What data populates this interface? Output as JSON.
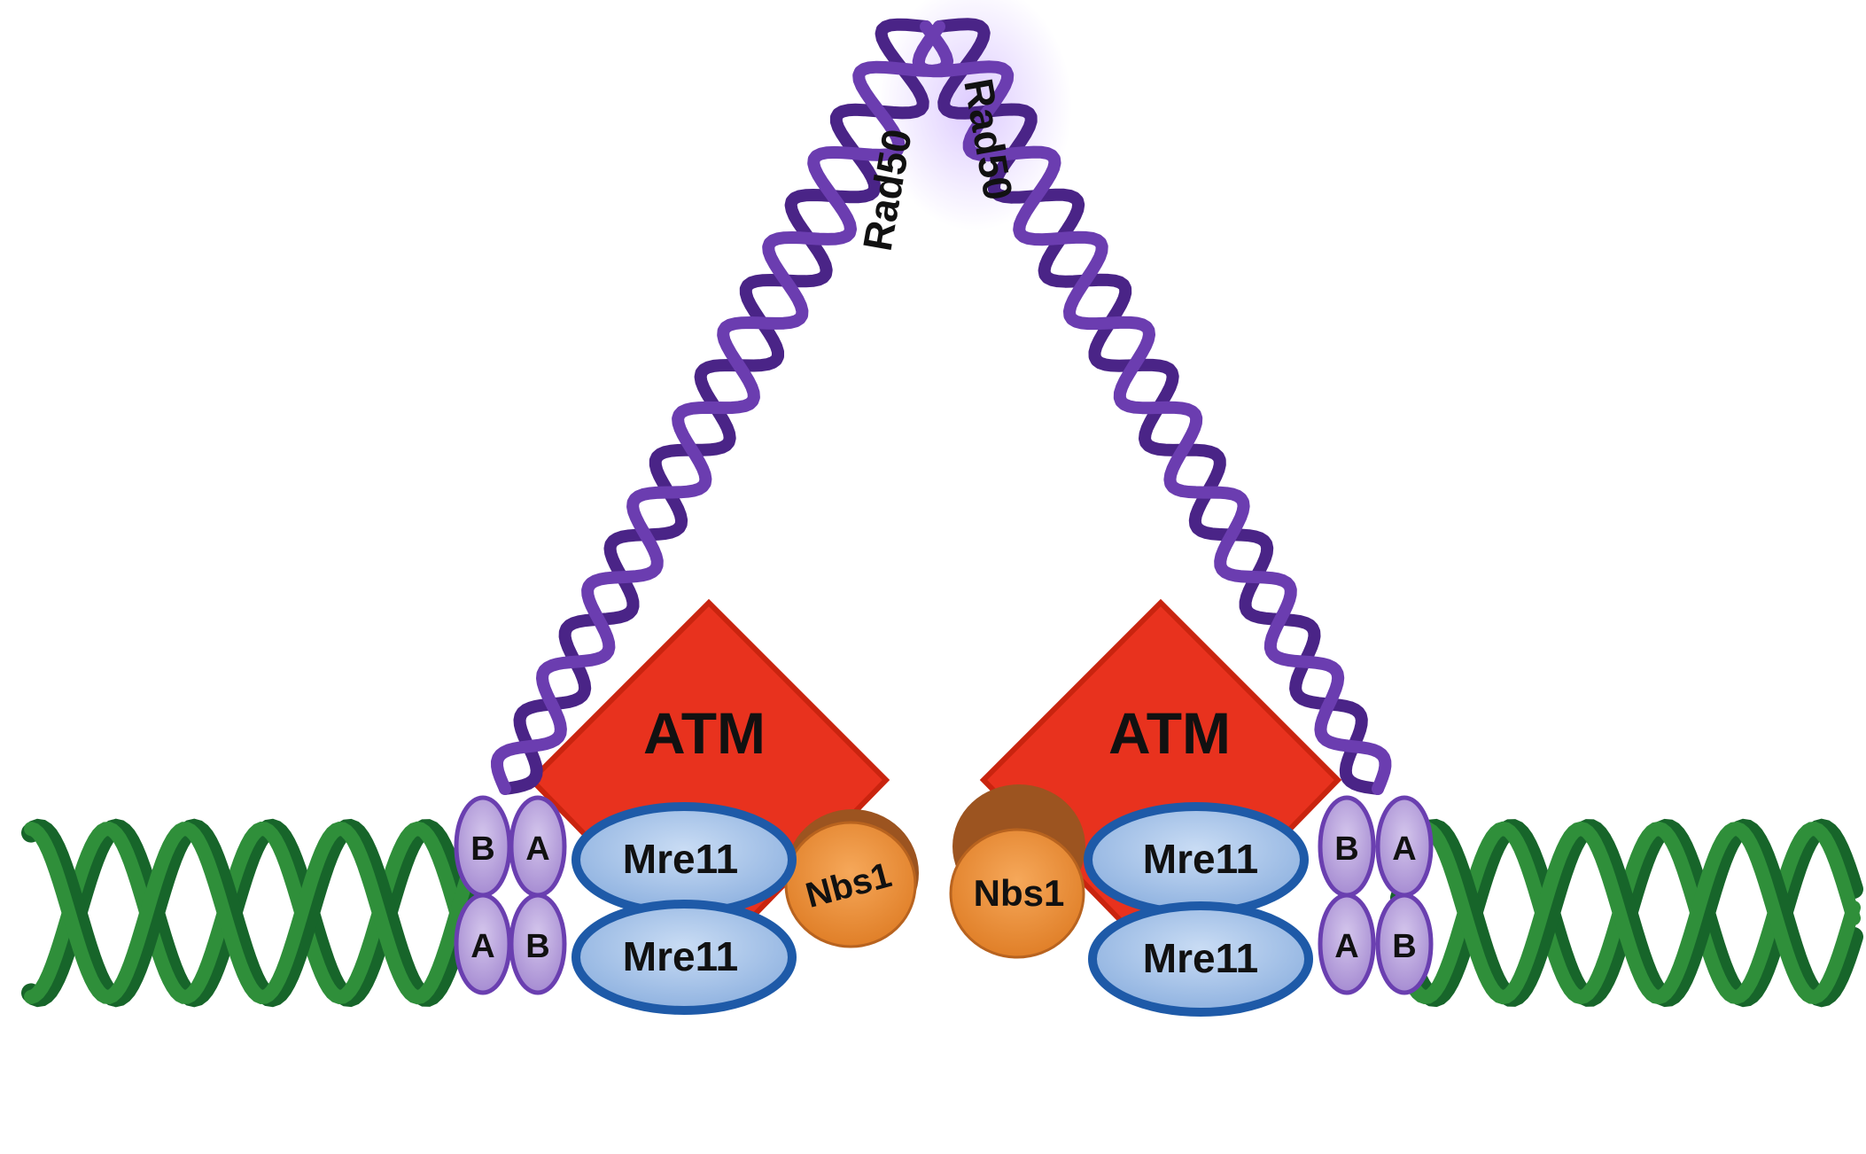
{
  "labels": {
    "rad50_left": "Rad50",
    "rad50_right": "Rad50",
    "atm_left": "ATM",
    "atm_right": "ATM",
    "nbs1_left": "Nbs1",
    "nbs1_right": "Nbs1",
    "mre11_left_top": "Mre11",
    "mre11_left_bottom": "Mre11",
    "mre11_right_top": "Mre11",
    "mre11_right_bottom": "Mre11",
    "left_col1_top": "B",
    "left_col1_bottom": "A",
    "left_col2_top": "A",
    "left_col2_bottom": "B",
    "right_col1_top": "B",
    "right_col1_bottom": "A",
    "right_col2_top": "A",
    "right_col2_bottom": "B"
  },
  "colors": {
    "dna": "#1f7a2e",
    "rad50": "#5a2d9a",
    "atm": "#e8321e",
    "mre11": "#a9c6ea",
    "mre11_outline": "#1e5aa8",
    "nbs1": "#f0913a",
    "domain": "#b9a4dc"
  }
}
